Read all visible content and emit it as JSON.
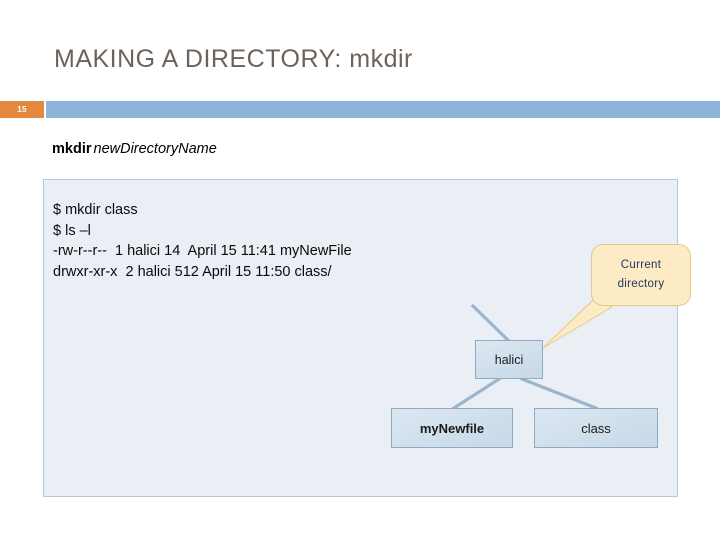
{
  "slide": {
    "title": "MAKING A DIRECTORY: mkdir",
    "number": "15",
    "title_color": "#6E635C",
    "badge_color": "#E3893F",
    "rule_color": "#8FB4D9"
  },
  "syntax": {
    "command": "mkdir",
    "argument": "newDirectoryName"
  },
  "terminal": {
    "lines": [
      "$ mkdir class",
      "$ ls –l",
      "-rw-r--r--  1 halici 14  April 15 11:41 myNewFile",
      "drwxr-xr-x  2 halici 512 April 15 11:50 class/"
    ],
    "text": "$ mkdir class\n$ ls –l\n-rw-r--r--  1 halici 14  April 15 11:41 myNewFile\ndrwxr-xr-x  2 halici 512 April 15 11:50 class/"
  },
  "tree": {
    "root": {
      "label": "halici"
    },
    "children": [
      {
        "label": "myNewfile"
      },
      {
        "label": "class"
      }
    ],
    "node_fill": "#D2DFEC",
    "node_border": "#8FAAC4",
    "connector_color": "#9BB5CC"
  },
  "callout": {
    "line1": "Current",
    "line2": "directory",
    "fill": "#FCEBC4",
    "border": "#E6C98A",
    "text_color": "#1F3864"
  },
  "panel": {
    "fill": "#EAEFF5",
    "border": "#B6C7D7"
  }
}
